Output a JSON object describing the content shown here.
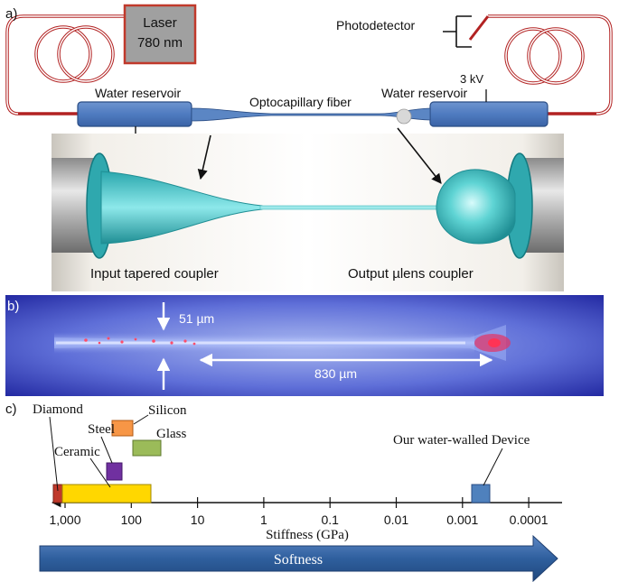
{
  "panels": {
    "a": "a)",
    "b": "b)",
    "c": "c)"
  },
  "setup": {
    "laser_line1": "Laser",
    "laser_line2": "780 nm",
    "photodetector": "Photodetector",
    "voltage": "3 kV",
    "reservoir_left": "Water reservoir",
    "reservoir_right": "Water reservoir",
    "fiber": "Optocapillary fiber",
    "input_coupler": "Input tapered coupler",
    "output_coupler": "Output µlens coupler"
  },
  "micrograph": {
    "diameter": "51 µm",
    "length": "830 µm"
  },
  "stiffness": {
    "axis_label": "Stiffness (GPa)",
    "arrow_label": "Softness",
    "ticks": [
      "1,000",
      "100",
      "10",
      "1",
      "0.1",
      "0.01",
      "0.001",
      "0.0001"
    ],
    "materials": [
      {
        "name": "Diamond",
        "color": "#c0392b"
      },
      {
        "name": "Steel",
        "color": "#7030a0"
      },
      {
        "name": "Silicon",
        "color": "#f79646"
      },
      {
        "name": "Glass",
        "color": "#9bbb59"
      },
      {
        "name": "Ceramic",
        "color": "#ffd700"
      },
      {
        "name": "Our water-walled Device",
        "color": "#4f81bd"
      }
    ]
  }
}
